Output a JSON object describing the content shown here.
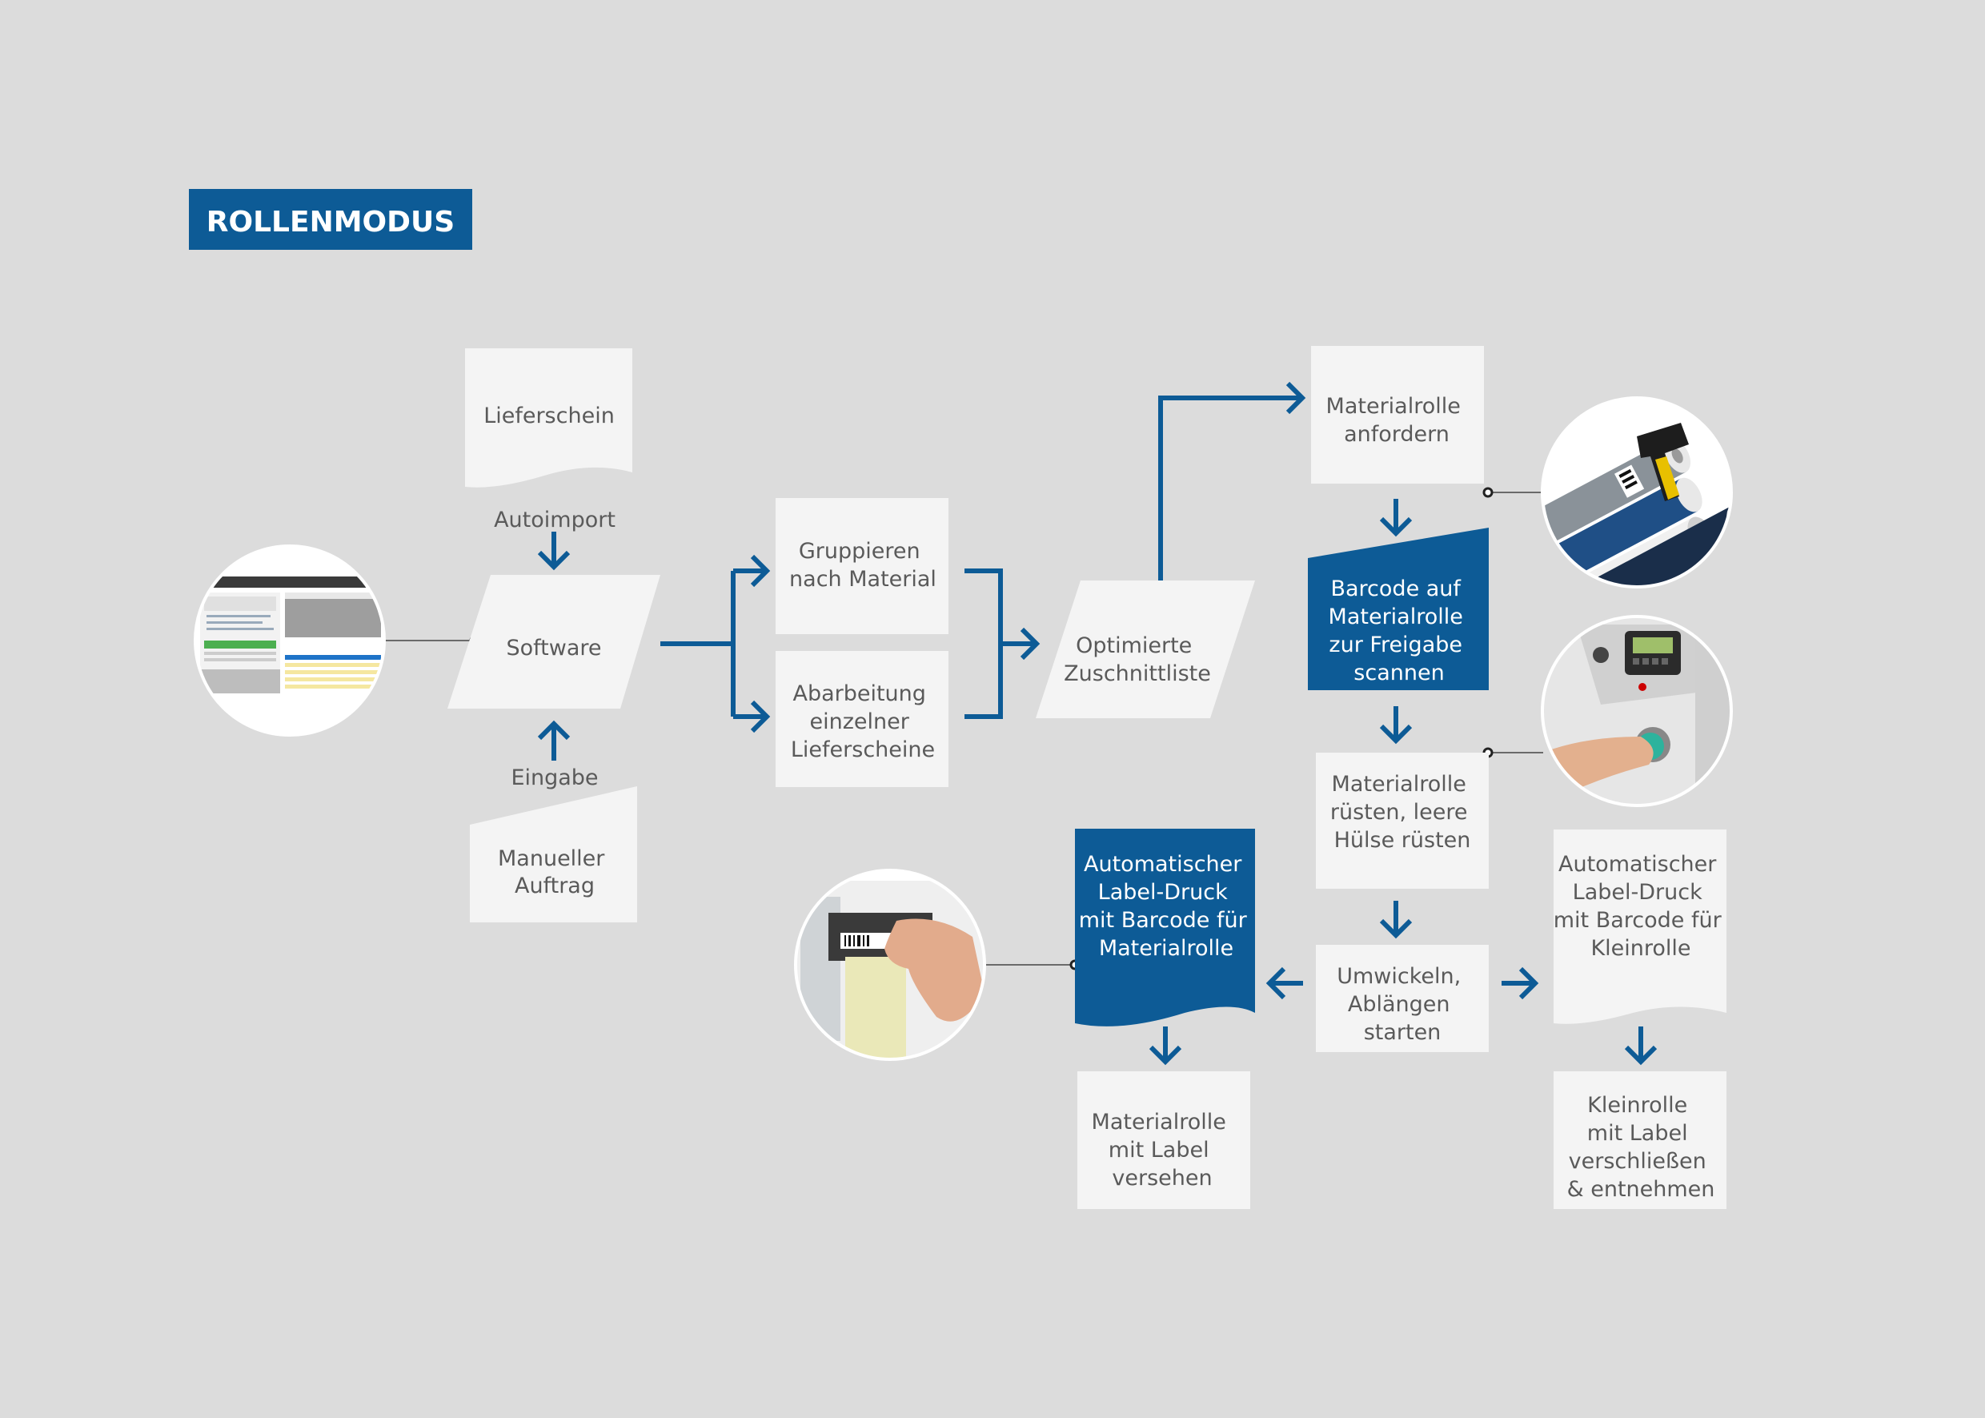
{
  "title": "ROLLENMODUS",
  "nodes": {
    "lieferschein": [
      "Lieferschein"
    ],
    "autoimport": [
      "Autoimport"
    ],
    "software": [
      "Software"
    ],
    "eingabe": [
      "Eingabe"
    ],
    "manueller_auftrag": [
      "Manueller",
      "Auftrag"
    ],
    "gruppieren": [
      "Gruppieren",
      "nach Material"
    ],
    "abarbeitung": [
      "Abarbeitung",
      "einzelner",
      "Lieferscheine"
    ],
    "optimierte": [
      "Optimierte",
      "Zuschnittliste"
    ],
    "materialrolle_anfordern": [
      "Materialrolle",
      "anfordern"
    ],
    "barcode_scannen": [
      "Barcode auf",
      "Materialrolle",
      "zur Freigabe",
      "scannen"
    ],
    "materialrolle_ruesten": [
      "Materialrolle",
      "rüsten, leere",
      "Hülse rüsten"
    ],
    "umwickeln": [
      "Umwickeln,",
      "Ablängen",
      "starten"
    ],
    "label_druck_material": [
      "Automatischer",
      "Label-Druck",
      "mit Barcode für",
      "Materialrolle"
    ],
    "label_druck_klein": [
      "Automatischer",
      "Label-Druck",
      "mit Barcode für",
      "Kleinrolle"
    ],
    "materialrolle_label": [
      "Materialrolle",
      "mit Label",
      "versehen"
    ],
    "kleinrolle_label": [
      "Kleinrolle",
      "mit Label",
      "verschließen",
      "& entnehmen"
    ]
  },
  "photos": {
    "software_screenshot": "software-screenshot-photo",
    "barcode_scanner": "barcode-scanner-rolls-photo",
    "control_panel": "machine-control-panel-photo",
    "label_printer": "label-printer-photo"
  },
  "colors": {
    "background": "#dcdcdc",
    "accent": "#0d5b96",
    "box": "#f4f4f4",
    "text": "#5a5a5a"
  }
}
